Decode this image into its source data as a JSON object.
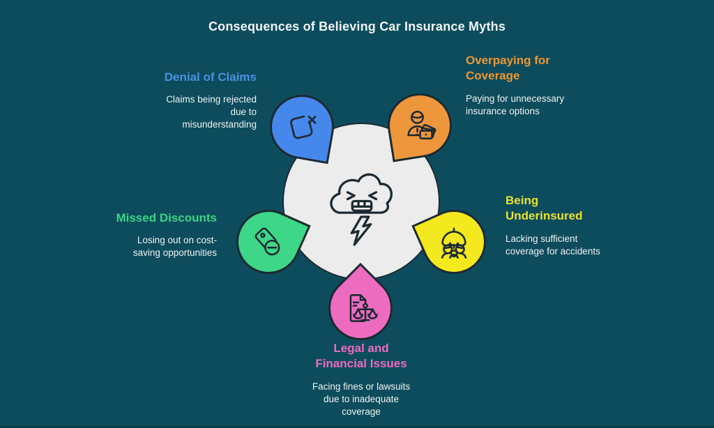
{
  "title": "Consequences of Believing Car Insurance Myths",
  "center": {
    "icon": "angry-storm-cloud-icon"
  },
  "nodes": [
    {
      "id": "denial-of-claims",
      "label": "Denial of Claims",
      "description": "Claims being rejected\ndue to\nmisunderstanding",
      "color": "#4687ec",
      "heading_color": "#4a90e2",
      "icon": "rejected-document-icon"
    },
    {
      "id": "overpaying-for-coverage",
      "label": "Overpaying for\nCoverage",
      "description": "Paying for unnecessary\ninsurance options",
      "color": "#ee963c",
      "heading_color": "#ee9733",
      "icon": "person-with-money-icon"
    },
    {
      "id": "being-underinsured",
      "label": "Being\nUnderinsured",
      "description": "Lacking sufficient\ncoverage for accidents",
      "color": "#f4e81e",
      "heading_color": "#e9e232",
      "icon": "family-under-umbrella-icon"
    },
    {
      "id": "legal-and-financial-issues",
      "label": "Legal and\nFinancial Issues",
      "description": "Facing fines or lawsuits\ndue to inadequate\ncoverage",
      "color": "#ee6cc0",
      "heading_color": "#ee6cc0",
      "icon": "document-with-scales-icon"
    },
    {
      "id": "missed-discounts",
      "label": "Missed Discounts",
      "description": "Losing out on cost-\nsaving opportunities",
      "color": "#3ed687",
      "heading_color": "#3bd586",
      "icon": "discount-tag-icon"
    }
  ],
  "colors": {
    "background": "#0d4c5c",
    "outline": "#1b2a33",
    "center_fill": "#ececec",
    "body_text": "#eef3f4"
  }
}
